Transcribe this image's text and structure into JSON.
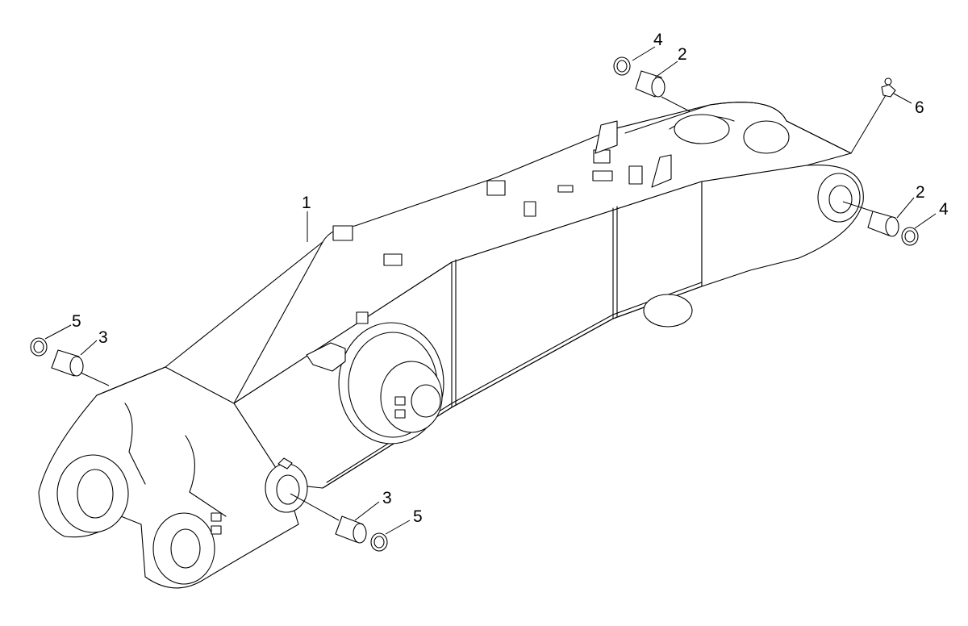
{
  "diagram": {
    "callouts": [
      {
        "key": "boom",
        "label": "1"
      },
      {
        "key": "bushing-top-left",
        "label": "2"
      },
      {
        "key": "bushing-right",
        "label": "2"
      },
      {
        "key": "bushing-left",
        "label": "3"
      },
      {
        "key": "bushing-bottom",
        "label": "3"
      },
      {
        "key": "ring-top",
        "label": "4"
      },
      {
        "key": "ring-right",
        "label": "4"
      },
      {
        "key": "ring-left",
        "label": "5"
      },
      {
        "key": "ring-bottom",
        "label": "5"
      },
      {
        "key": "grease-fitting",
        "label": "6"
      }
    ]
  }
}
